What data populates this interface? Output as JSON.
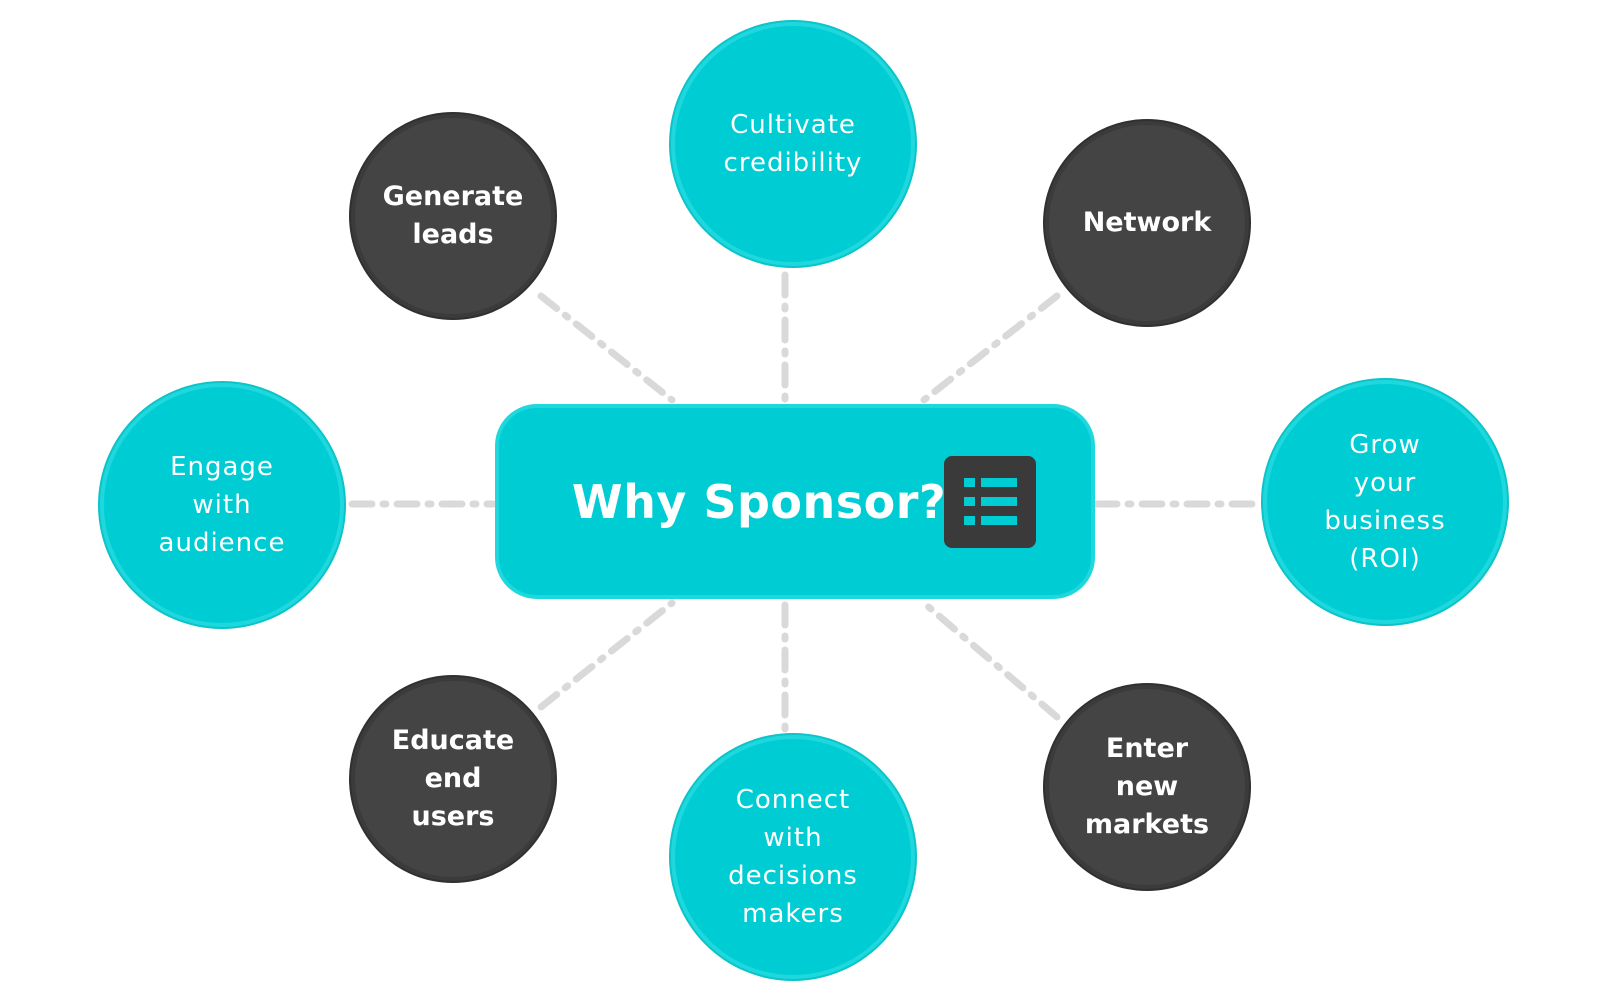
{
  "diagram": {
    "center": {
      "title": "Why Sponsor?",
      "icon": "list-icon"
    },
    "colors": {
      "teal": "#00cdd3",
      "dark": "#444444",
      "connector": "#d9d9d9",
      "text": "#ffffff"
    },
    "nodes": [
      {
        "id": "cultivate-credibility",
        "label": "Cultivate\ncredibility",
        "style": "teal"
      },
      {
        "id": "generate-leads",
        "label": "Generate\nleads",
        "style": "dark"
      },
      {
        "id": "network",
        "label": "Network",
        "style": "dark"
      },
      {
        "id": "engage-with-audience",
        "label": "Engage\nwith\naudience",
        "style": "teal"
      },
      {
        "id": "grow-your-business",
        "label": "Grow\nyour\nbusiness\n(ROI)",
        "style": "teal"
      },
      {
        "id": "educate-end-users",
        "label": "Educate\nend\nusers",
        "style": "dark"
      },
      {
        "id": "connect-with-decision-makers",
        "label": "Connect\nwith\ndecisions\nmakers",
        "style": "teal"
      },
      {
        "id": "enter-new-markets",
        "label": "Enter\nnew\nmarkets",
        "style": "dark"
      }
    ]
  }
}
